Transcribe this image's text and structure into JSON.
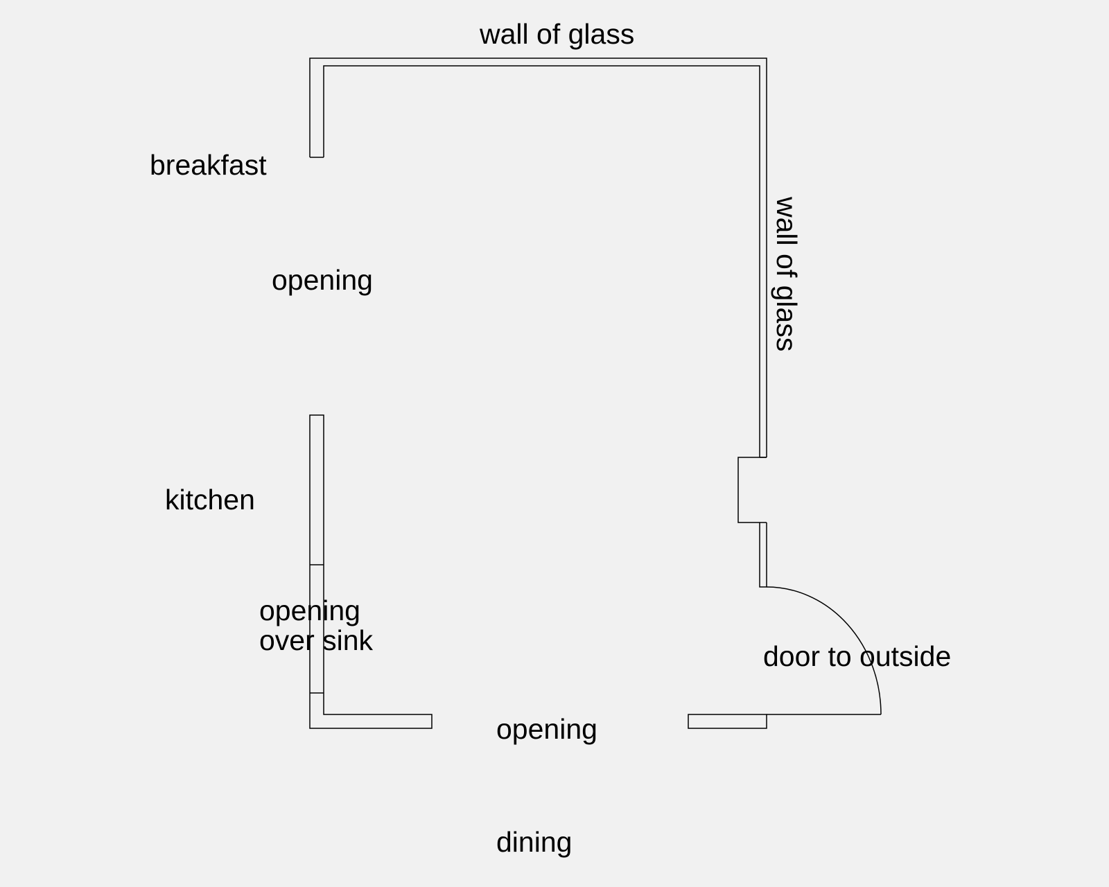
{
  "labels": {
    "wall_top": "wall of glass",
    "wall_right": "wall of glass",
    "breakfast": "breakfast",
    "opening_left": "opening",
    "kitchen": "kitchen",
    "opening_sink_line1": "opening",
    "opening_sink_line2": "over sink",
    "opening_bottom": "opening",
    "door": "door to outside",
    "dining": "dining"
  },
  "colors": {
    "background": "#f1f1f1",
    "line": "#000000"
  }
}
